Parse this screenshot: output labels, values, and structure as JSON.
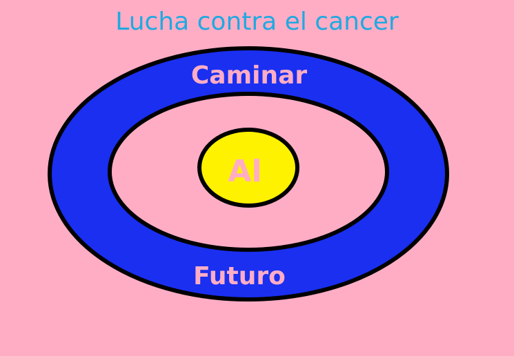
{
  "title": "Lucha contra el cancer",
  "rings": {
    "outer_label_top": "Caminar",
    "outer_label_bottom": "Futuro",
    "center_label": "Al"
  },
  "colors": {
    "background": "#ffadc5",
    "title": "#1fa9e1",
    "outer_ring": "#1a2ff0",
    "inner_fill": "#ffadc5",
    "center": "#fff200",
    "outline": "#000000",
    "labels": "#ffadc5"
  }
}
